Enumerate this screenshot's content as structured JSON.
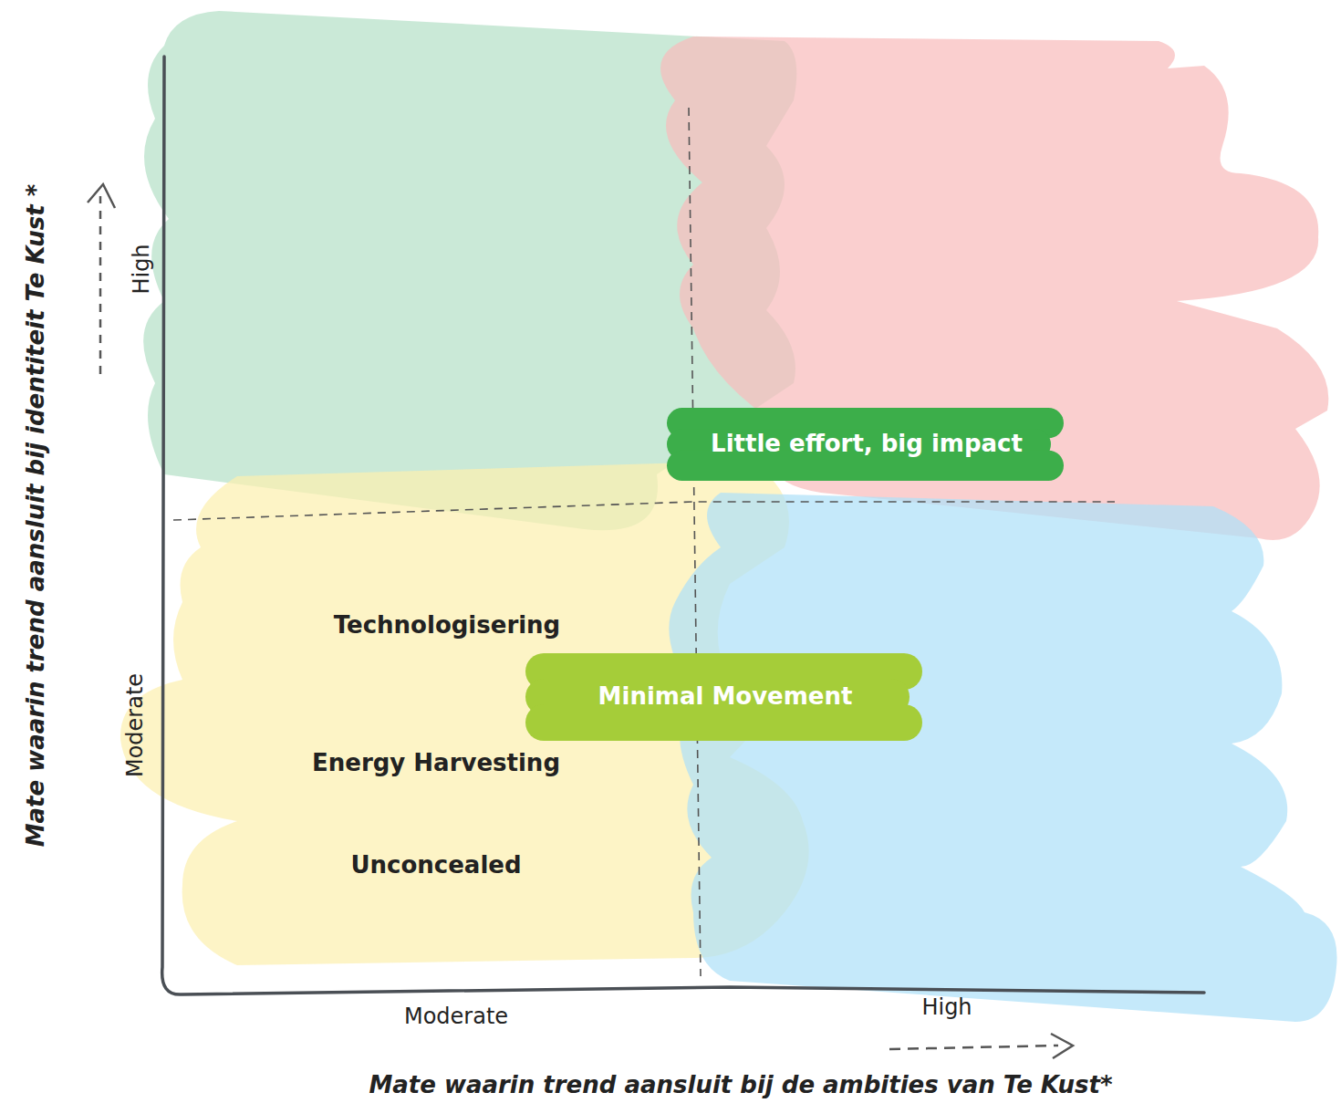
{
  "diagram": {
    "nodes": [
      {
        "text": [
          "Little effort, big impact"
        ]
      },
      {
        "text": [
          "Minimal Movement"
        ]
      }
    ],
    "labels": [
      "Mate waarin trend aansluit bij identiteit Te Kust *",
      "High",
      "Moderate",
      "Technologisering",
      "Energy Harvesting",
      "Unconcealed",
      "Moderate",
      "High",
      "Mate waarin trend aansluit bij de ambities van Te Kust*"
    ]
  }
}
